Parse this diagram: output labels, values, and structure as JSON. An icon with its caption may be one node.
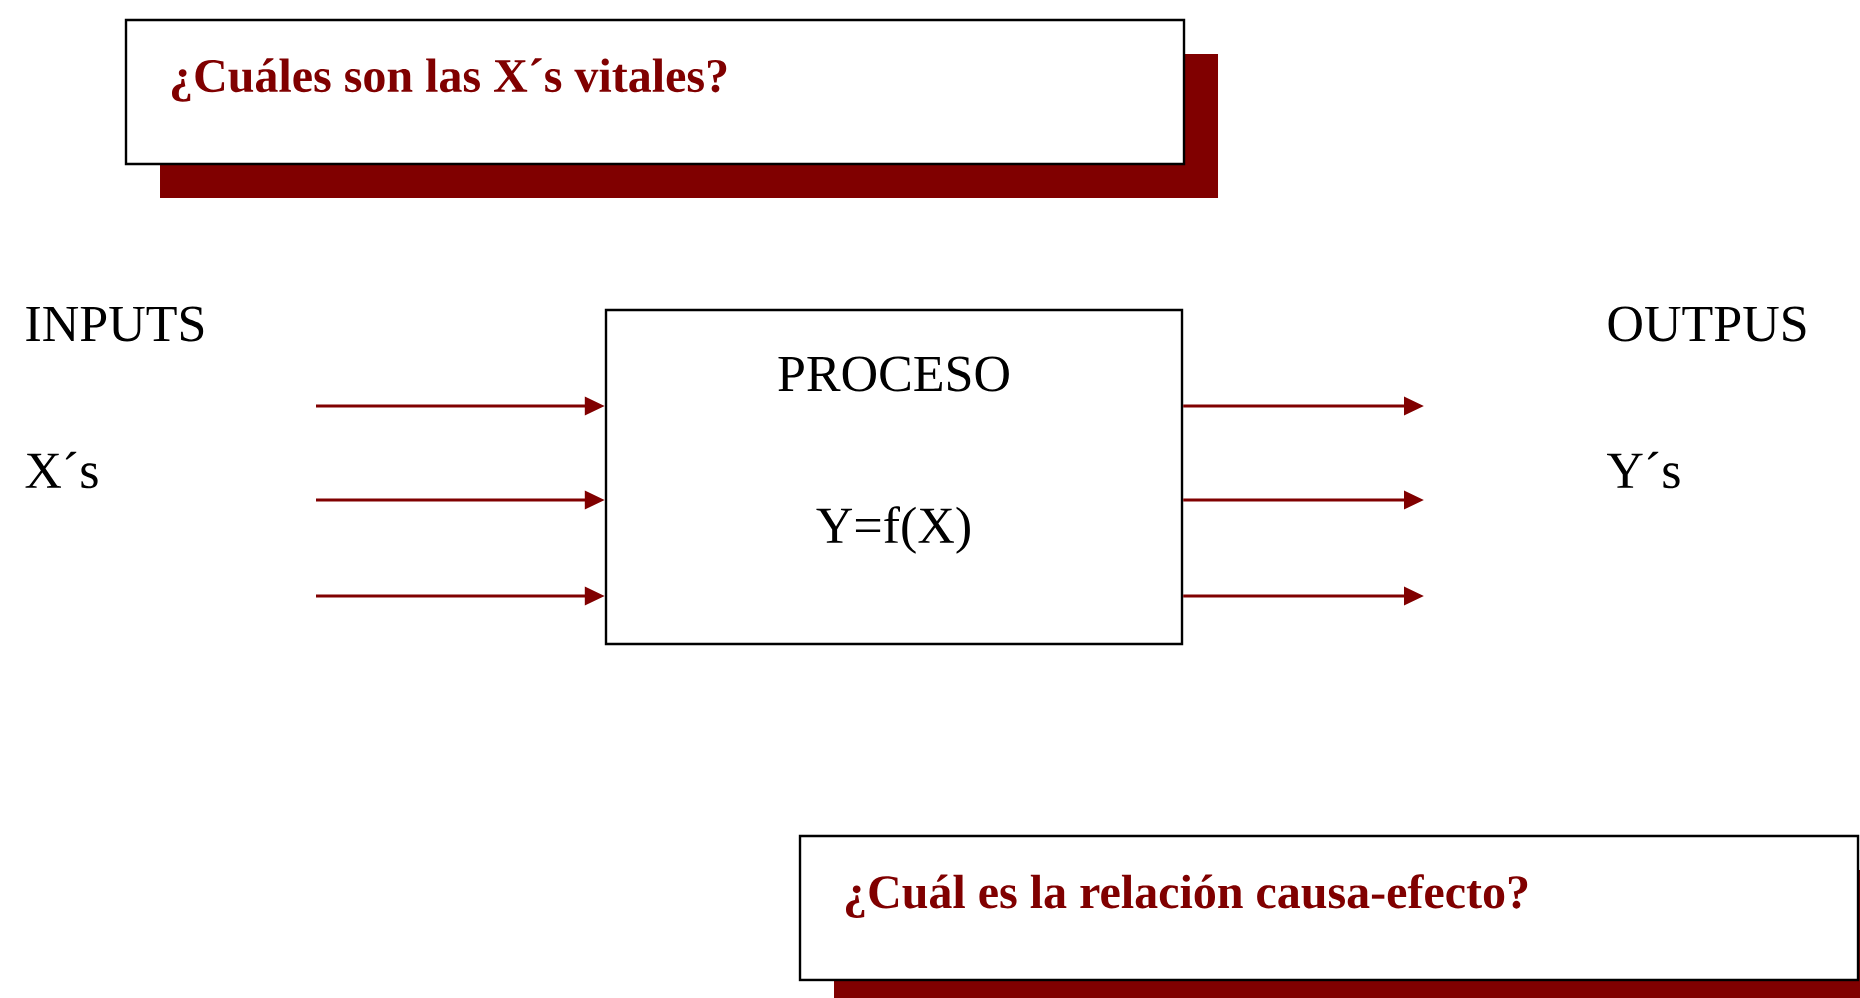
{
  "diagram": {
    "nodes": [
      {
        "text": [
          "¿Cuáles son las X´s vitales?"
        ]
      },
      {
        "text": [
          "PROCESO",
          "Y=f(X)"
        ]
      },
      {
        "text": [
          "¿Cuál es la relación causa-efecto?"
        ]
      }
    ],
    "edges": [
      {
        "from": null,
        "to": 1,
        "arrow": "to"
      },
      {
        "from": null,
        "to": 1,
        "arrow": "to"
      },
      {
        "from": null,
        "to": 1,
        "arrow": "to"
      },
      {
        "from": 1,
        "to": null,
        "arrow": "to"
      },
      {
        "from": 1,
        "to": null,
        "arrow": "to"
      },
      {
        "from": 1,
        "to": null,
        "arrow": "to"
      }
    ],
    "labels": [
      "INPUTS",
      "OUTPUS",
      "X´s",
      "Y´s"
    ]
  }
}
